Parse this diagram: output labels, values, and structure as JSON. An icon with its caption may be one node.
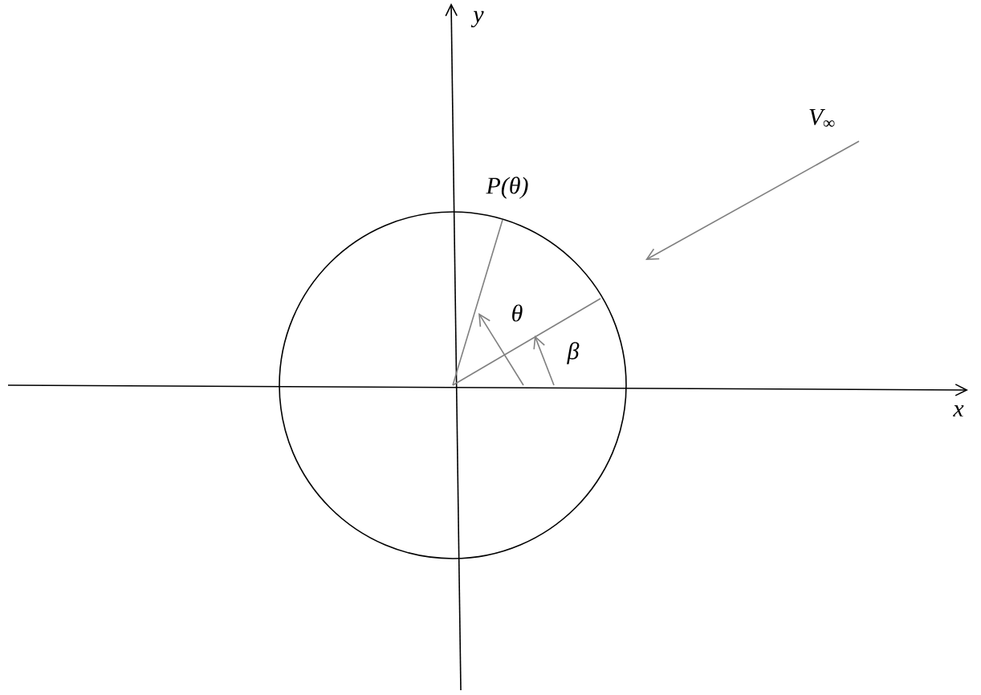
{
  "diagram": {
    "labels": [
      "y",
      "x",
      "V$_{∞}$",
      "P(θ)",
      "θ",
      "β"
    ]
  }
}
